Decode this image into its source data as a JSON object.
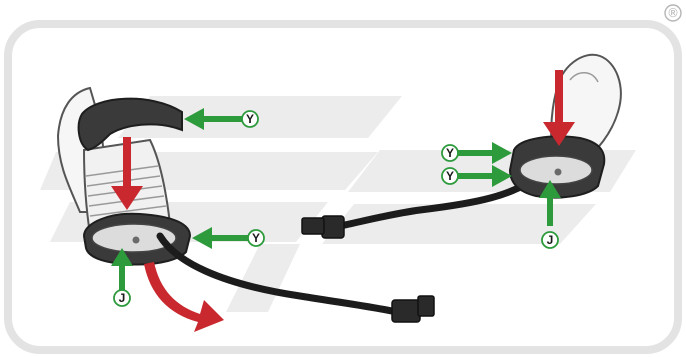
{
  "registered_mark": "®",
  "callouts": {
    "left_cap_label": "Y",
    "left_base_label": "Y",
    "left_center_label": "J",
    "right_upper_label": "Y",
    "right_lower_label": "Y",
    "right_center_label": "J"
  },
  "colors": {
    "frame": "#e3e3e3",
    "stripes": "#ececec",
    "part_dark": "#3a3a3a",
    "part_light": "#f4f4f4",
    "outline": "#555555",
    "cable": "#1c1c1c",
    "arrow_red": "#c8282e",
    "arrow_green": "#2d9a3c",
    "callout_fill": "#ffffff",
    "callout_stroke": "#2d9a3c"
  }
}
